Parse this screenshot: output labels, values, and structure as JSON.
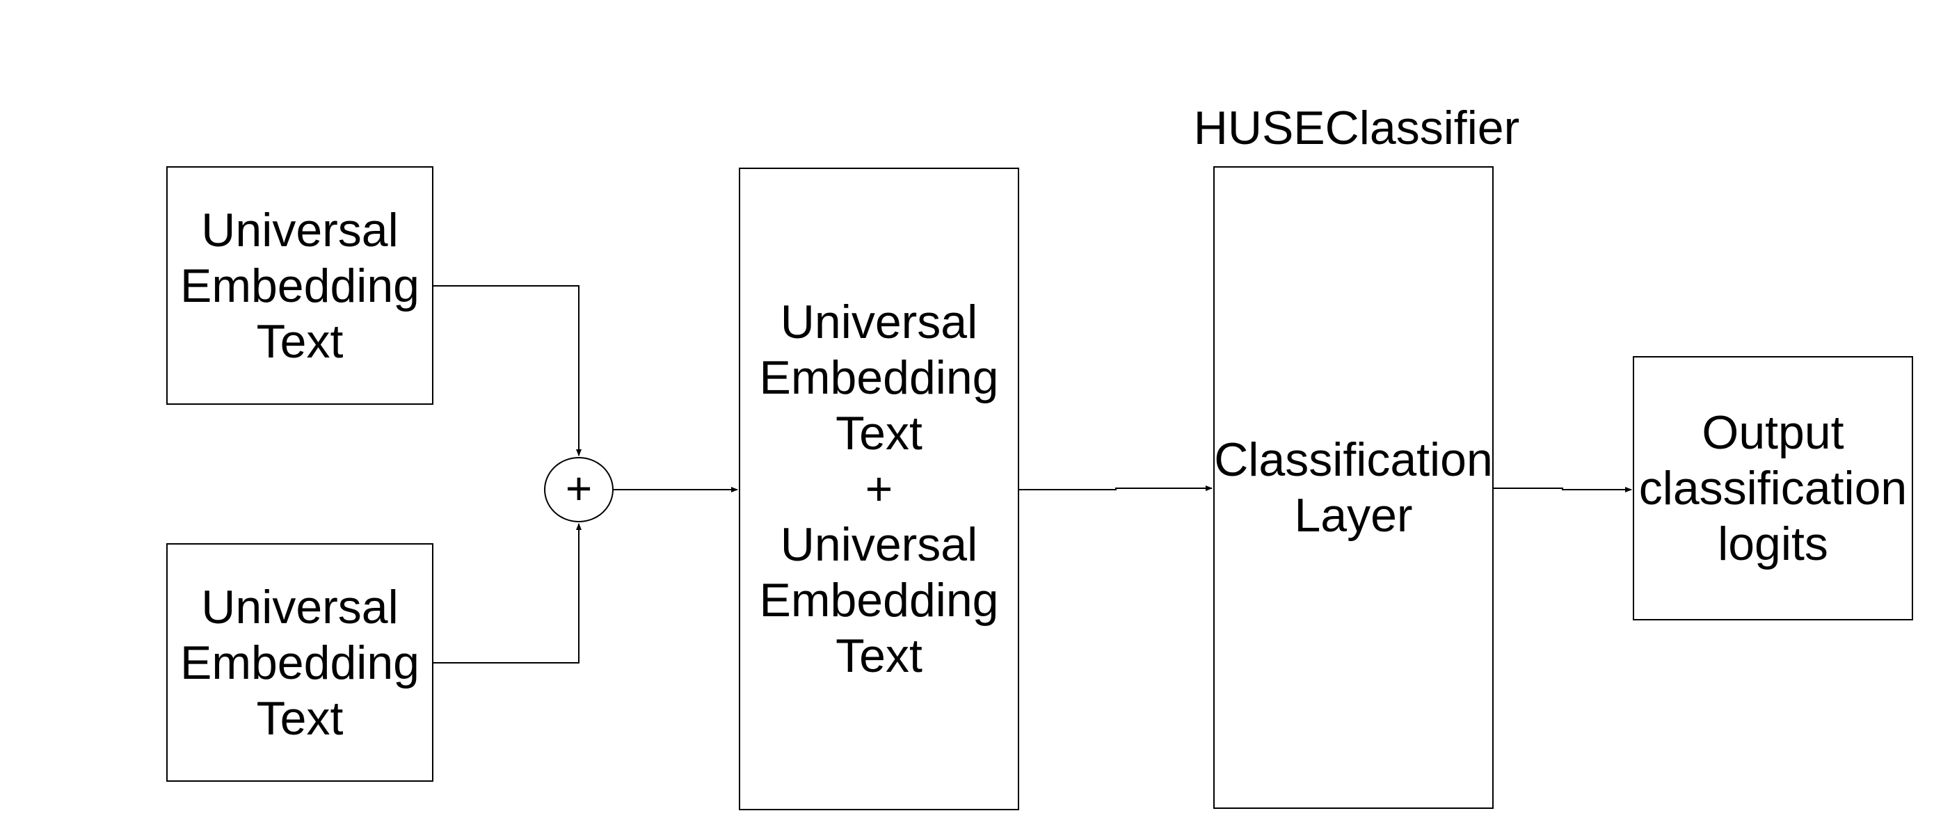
{
  "diagram": {
    "classifier_title": "HUSEClassifier",
    "input_top": {
      "label": "Universal\nEmbedding\nText"
    },
    "input_bottom": {
      "label": "Universal\nEmbedding\nText"
    },
    "combine_node": {
      "symbol": "+"
    },
    "combined_block": {
      "label": "Universal\nEmbedding\nText\n+\nUniversal\nEmbedding\nText"
    },
    "classifier_block": {
      "label": "Classification\nLayer"
    },
    "output_block": {
      "label": "Output\nclassification\nlogits"
    },
    "colors": {
      "stroke": "#000000",
      "fill": "#ffffff",
      "text": "#000000"
    },
    "edges": [
      {
        "from": "input_top",
        "to": "combine_node"
      },
      {
        "from": "input_bottom",
        "to": "combine_node"
      },
      {
        "from": "combine_node",
        "to": "combined_block"
      },
      {
        "from": "combined_block",
        "to": "classifier_block"
      },
      {
        "from": "classifier_block",
        "to": "output_block"
      }
    ]
  }
}
